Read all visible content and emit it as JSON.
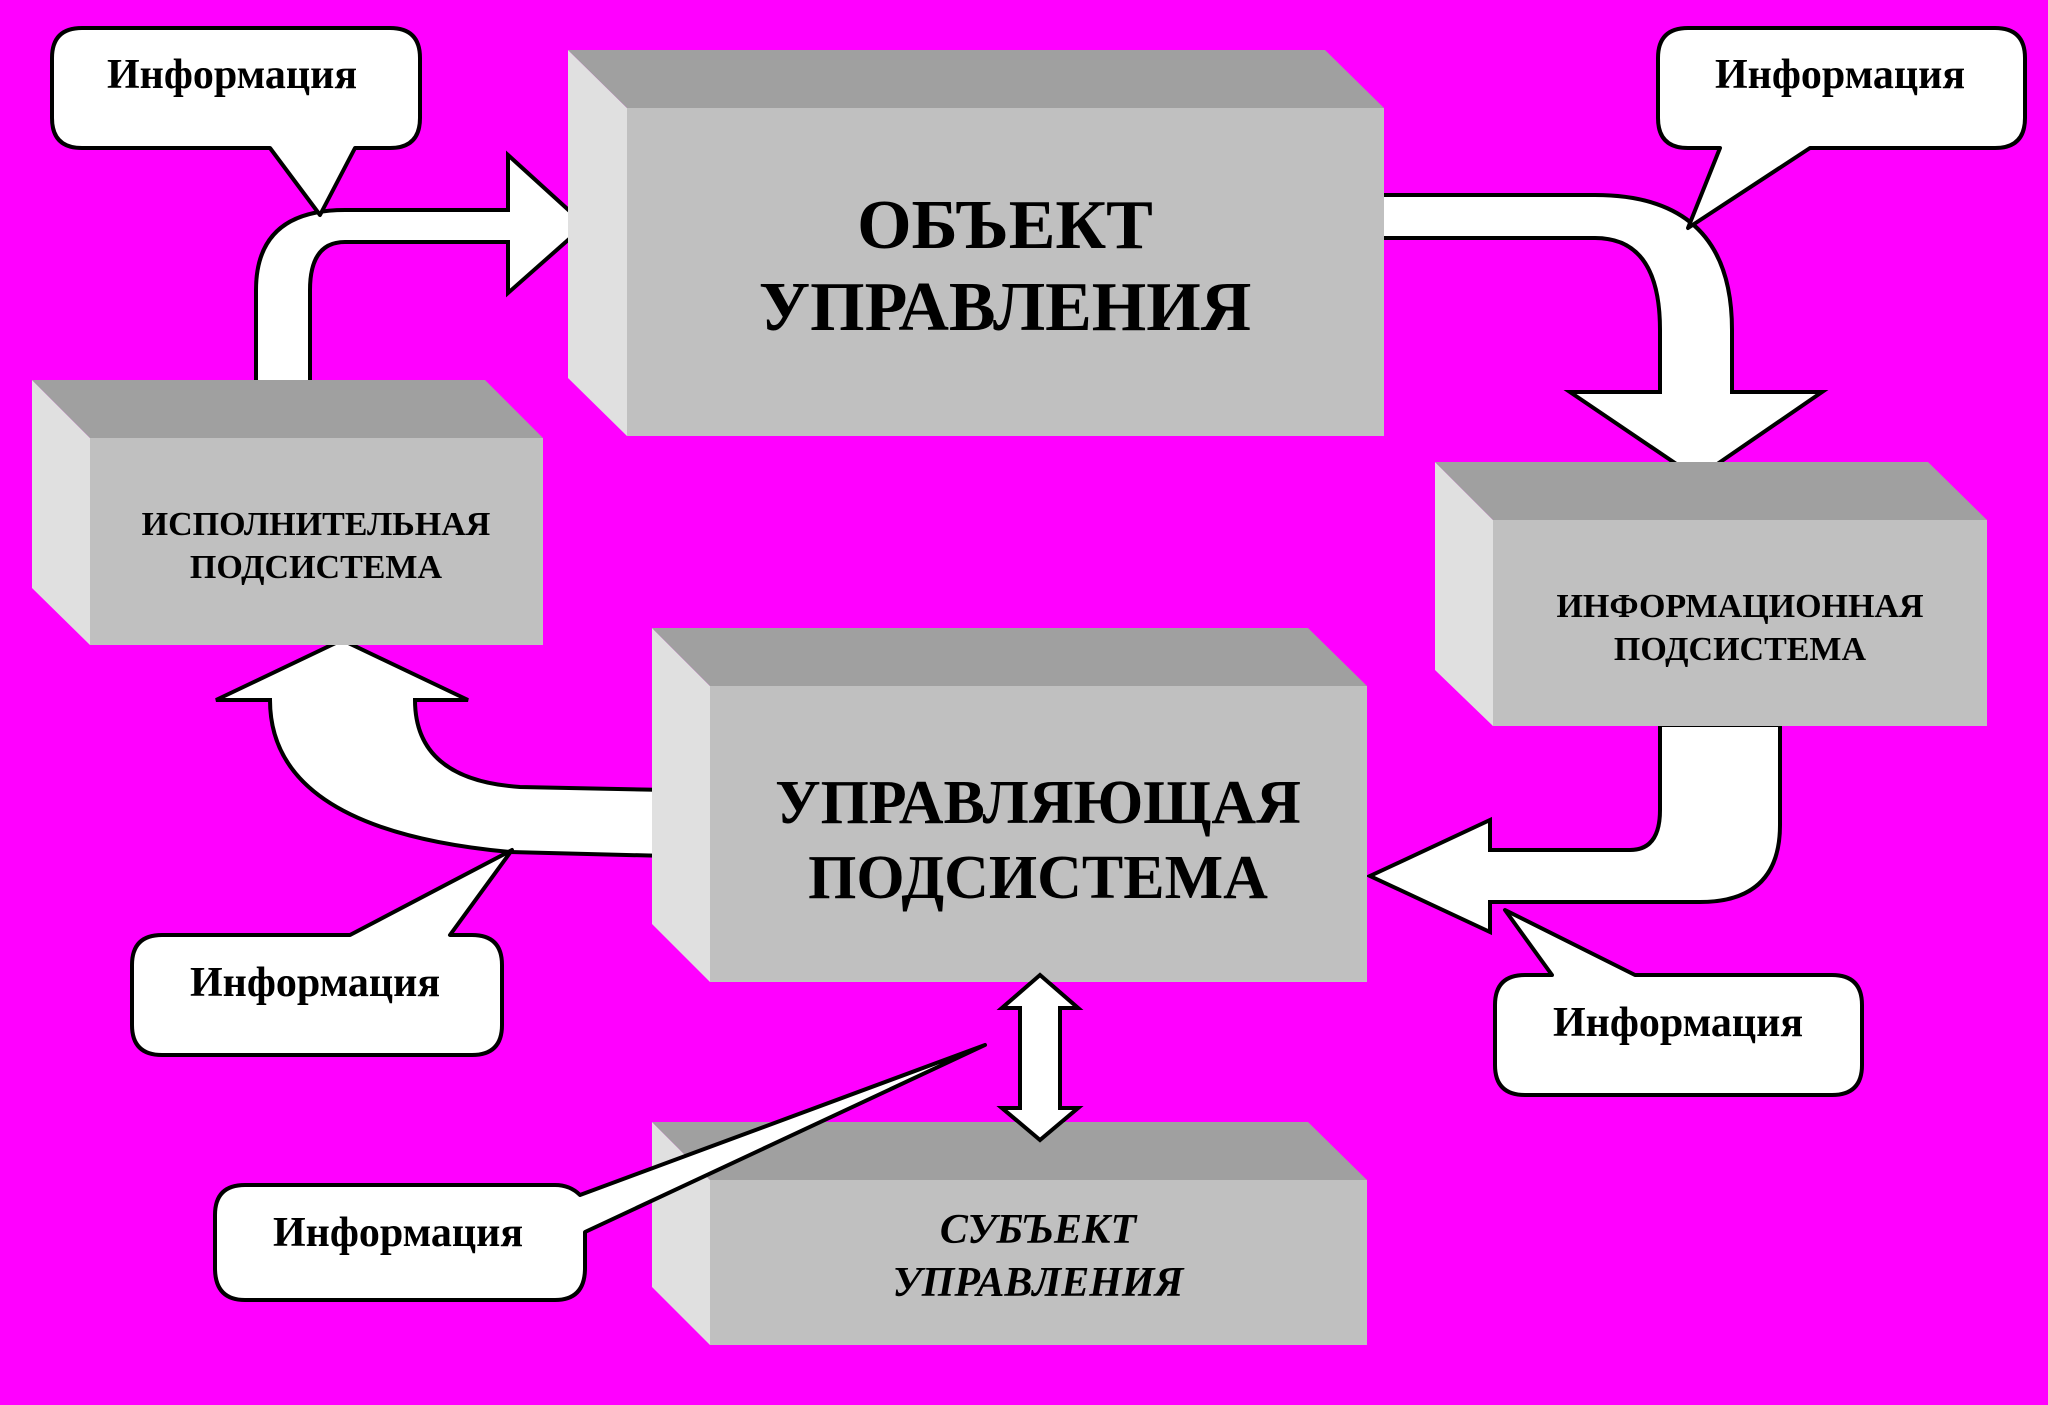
{
  "colors": {
    "background": "#ff00ff",
    "box_front": "#c0c0c0",
    "box_top": "#a0a0a0",
    "box_side": "#e0e0e0",
    "arrow_fill": "#ffffff",
    "outline": "#000000"
  },
  "boxes": {
    "object": {
      "line1": "ОБЪЕКТ",
      "line2": "УПРАВЛЕНИЯ"
    },
    "executive": {
      "line1": "ИСПОЛНИТЕЛЬНАЯ",
      "line2": "ПОДСИСТЕМА"
    },
    "information": {
      "line1": "ИНФОРМАЦИОННАЯ",
      "line2": "ПОДСИСТЕМА"
    },
    "control": {
      "line1": "УПРАВЛЯЮЩАЯ",
      "line2": "ПОДСИСТЕМА"
    },
    "subject": {
      "line1": "СУБЪЕКТ",
      "line2": "УПРАВЛЕНИЯ"
    }
  },
  "callouts": {
    "top_left": "Информация",
    "top_right": "Информация",
    "middle_left": "Информация",
    "middle_right": "Информация",
    "bottom_left": "Информация"
  }
}
